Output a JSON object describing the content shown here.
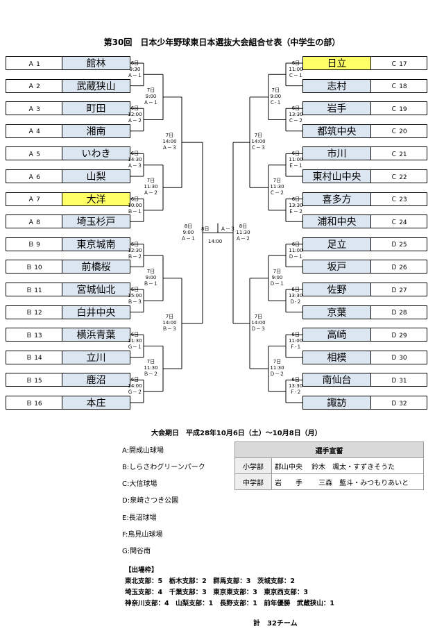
{
  "title": "第30回　日本少年野球東日本選抜大会組合せ表（中学生の部）",
  "left_teams": [
    {
      "code": "Ａ 1",
      "name": "館林",
      "hl": false
    },
    {
      "code": "Ａ 2",
      "name": "武蔵狭山",
      "hl": false
    },
    {
      "code": "Ａ 3",
      "name": "町田",
      "hl": false
    },
    {
      "code": "Ａ 4",
      "name": "湘南",
      "hl": false
    },
    {
      "code": "Ａ 5",
      "name": "いわき",
      "hl": false
    },
    {
      "code": "Ａ 6",
      "name": "山梨",
      "hl": false
    },
    {
      "code": "Ａ 7",
      "name": "大洋",
      "hl": true
    },
    {
      "code": "Ａ 8",
      "name": "埼玉杉戸",
      "hl": false
    },
    {
      "code": "Ｂ 9",
      "name": "東京城南",
      "hl": false
    },
    {
      "code": "Ｂ 10",
      "name": "前橋桜",
      "hl": false
    },
    {
      "code": "Ｂ 11",
      "name": "宮城仙北",
      "hl": false
    },
    {
      "code": "Ｂ 12",
      "name": "白井中央",
      "hl": false
    },
    {
      "code": "Ｂ 13",
      "name": "横浜青葉",
      "hl": false
    },
    {
      "code": "Ｂ 14",
      "name": "立川",
      "hl": false
    },
    {
      "code": "Ｂ 15",
      "name": "鹿沼",
      "hl": false
    },
    {
      "code": "Ｂ 16",
      "name": "本庄",
      "hl": false
    }
  ],
  "right_teams": [
    {
      "code": "Ｃ 17",
      "name": "日立",
      "hl": true
    },
    {
      "code": "Ｃ 18",
      "name": "志村",
      "hl": false
    },
    {
      "code": "Ｃ 19",
      "name": "岩手",
      "hl": false
    },
    {
      "code": "Ｃ 20",
      "name": "都筑中央",
      "hl": false
    },
    {
      "code": "Ｃ 21",
      "name": "市川",
      "hl": false
    },
    {
      "code": "Ｃ 22",
      "name": "東村山中央",
      "hl": false
    },
    {
      "code": "Ｃ 23",
      "name": "喜多方",
      "hl": false
    },
    {
      "code": "Ｃ 24",
      "name": "浦和中央",
      "hl": false
    },
    {
      "code": "Ｄ 25",
      "name": "足立",
      "hl": false
    },
    {
      "code": "Ｄ 26",
      "name": "坂戸",
      "hl": false
    },
    {
      "code": "Ｄ 27",
      "name": "佐野",
      "hl": false
    },
    {
      "code": "Ｄ 28",
      "name": "京葉",
      "hl": false
    },
    {
      "code": "Ｄ 29",
      "name": "高崎",
      "hl": false
    },
    {
      "code": "Ｄ 30",
      "name": "相模",
      "hl": false
    },
    {
      "code": "Ｄ 31",
      "name": "南仙台",
      "hl": false
    },
    {
      "code": "Ｄ 32",
      "name": "諏訪",
      "hl": false
    }
  ],
  "left_r1": [
    {
      "day": "6日",
      "time": "9:30",
      "venue": "Ａ－１"
    },
    {
      "day": "6日",
      "time": "12:00",
      "venue": "Ａ－２"
    },
    {
      "day": "6日",
      "time": "14:30",
      "venue": "Ａ－３"
    },
    {
      "day": "6日",
      "time": "10:00",
      "venue": "Ｂ－１"
    },
    {
      "day": "6日",
      "time": "12:30",
      "venue": "Ｂ－２"
    },
    {
      "day": "6日",
      "time": "15:00",
      "venue": "Ｂ－３"
    },
    {
      "day": "6日",
      "time": "11:30",
      "venue": "Ｇ－１"
    },
    {
      "day": "6日",
      "time": "14:00",
      "venue": "Ｇ－２"
    }
  ],
  "left_r2": [
    {
      "day": "7日",
      "time": "9:00",
      "venue": "Ａ－１"
    },
    {
      "day": "7日",
      "time": "11:30",
      "venue": "Ａ－２"
    },
    {
      "day": "7日",
      "time": "9:00",
      "venue": "Ｂ－１"
    },
    {
      "day": "7日",
      "time": "11:30",
      "venue": "Ｂ－２"
    }
  ],
  "left_r3": [
    {
      "day": "7日",
      "time": "14:00",
      "venue": "Ａ－３"
    },
    {
      "day": "7日",
      "time": "14:00",
      "venue": "Ｂ－３"
    }
  ],
  "left_r4": {
    "day": "8日",
    "time": "9:00",
    "venue": "Ａ－１"
  },
  "right_r1": [
    {
      "day": "6日",
      "time": "11:00",
      "venue": "Ｃ－１"
    },
    {
      "day": "6日",
      "time": "13:30",
      "venue": "Ｃ－２"
    },
    {
      "day": "6日",
      "time": "11:00",
      "venue": "Ｅ－１"
    },
    {
      "day": "6日",
      "time": "13:30",
      "venue": "Ｅ－２"
    },
    {
      "day": "6日",
      "time": "11:00",
      "venue": "Ｄ－１"
    },
    {
      "day": "6日",
      "time": "13:30",
      "venue": "Ｄ-２"
    },
    {
      "day": "6日",
      "time": "11:00",
      "venue": "Ｆ-１"
    },
    {
      "day": "6日",
      "time": "13:30",
      "venue": "Ｆ-２"
    }
  ],
  "right_r2": [
    {
      "day": "7日",
      "time": "9:00",
      "venue": "Ｃ-１"
    },
    {
      "day": "7日",
      "time": "11:30",
      "venue": "Ｃ－２"
    },
    {
      "day": "7日",
      "time": "9:00",
      "venue": "Ｄ－１"
    },
    {
      "day": "7日",
      "time": "11:30",
      "venue": "Ｄ－２"
    }
  ],
  "right_r3": [
    {
      "day": "7日",
      "time": "14:00",
      "venue": "Ｃ－３"
    },
    {
      "day": "7日",
      "time": "14:00",
      "venue": "Ｄ－３"
    }
  ],
  "right_r4": {
    "day": "8日",
    "time": "11:30",
    "venue": "Ａ－２"
  },
  "final": {
    "day": "8日",
    "venue": "Ａ－３",
    "time": "14:00"
  },
  "schedule": "大会期日　平成28年10月6日（土）～10月8日（月）",
  "venues": [
    "A:開成山球場",
    "B:しらさわグリーンパーク",
    "C:大信球場",
    "D:泉崎さつき公園",
    "E:長沼球場",
    "F:鳥見山球場",
    "G:関谷南"
  ],
  "oath": {
    "header": "選手宣誓",
    "rows": [
      {
        "label": "小学部",
        "text": "郡山中央　 鈴木　颯太・すずきそうた"
      },
      {
        "label": "中学部",
        "text": "岩　　手　　 三森　藍斗・みつもりあいと"
      }
    ]
  },
  "quota": {
    "heading": "【出場枠】",
    "lines": [
      "東北支部：5　栃木支部：2　群馬支部：3　茨城支部：2",
      "埼玉支部：4　千葉支部：3　東京東支部：3　東京西支部：3",
      "神奈川支部：4　山梨支部：1　長野支部：1　前年優勝　武蔵狭山：1"
    ]
  },
  "total": "計　32チーム"
}
